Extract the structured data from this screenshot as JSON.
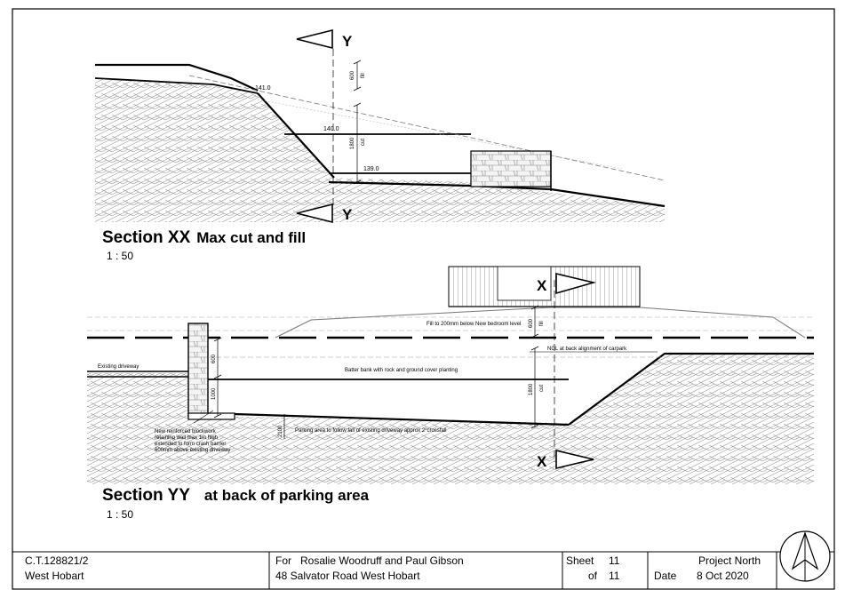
{
  "section_xx": {
    "title": "Section XX",
    "subtitle": "Max cut and fill",
    "scale": "1 : 50",
    "marker_top": "Y",
    "marker_bottom": "Y",
    "level_top": "141.0",
    "level_mid": "140.0",
    "level_low": "139.0",
    "dim_fill": "600",
    "dim_fill_label": "fill",
    "dim_cut": "1800",
    "dim_cut_label": "cut"
  },
  "section_yy": {
    "title": "Section YY",
    "subtitle": "at back of parking area",
    "scale": "1 : 50",
    "marker_top": "X",
    "marker_bottom": "X",
    "note_fill": "Fill to 200mm below New bedroom level",
    "dim_fill": "600",
    "dim_fill_label": "fill",
    "note_ngl": "NGL at back alignment of carpark",
    "note_driveway": "Existing driveway",
    "dim_wall_top": "600",
    "note_batter": "Batter bank with rock and ground cover planting",
    "dim_wall": "1000",
    "dim_cut": "1800",
    "dim_cut_label": "cut",
    "dim_slope": "2100",
    "note_parking": "Parking area to follow fall of existing driveway approx 2°crossfall",
    "note_wall_1": "New reinforced  blockwork",
    "note_wall_2": "retaining wall max 1m high",
    "note_wall_3": "extended to form crash barrier",
    "note_wall_4": "600mm above existing driveway"
  },
  "title_block": {
    "ct": "C.T.128821/2",
    "locality": "West Hobart",
    "for_label": "For",
    "client": "Rosalie Woodruff and Paul Gibson",
    "address": "48 Salvator Road West Hobart",
    "sheet_label": "Sheet",
    "sheet_num": "11",
    "of_label": "of",
    "sheet_total": "11",
    "project_north": "Project North",
    "date_label": "Date",
    "date_value": "8 Oct 2020"
  }
}
